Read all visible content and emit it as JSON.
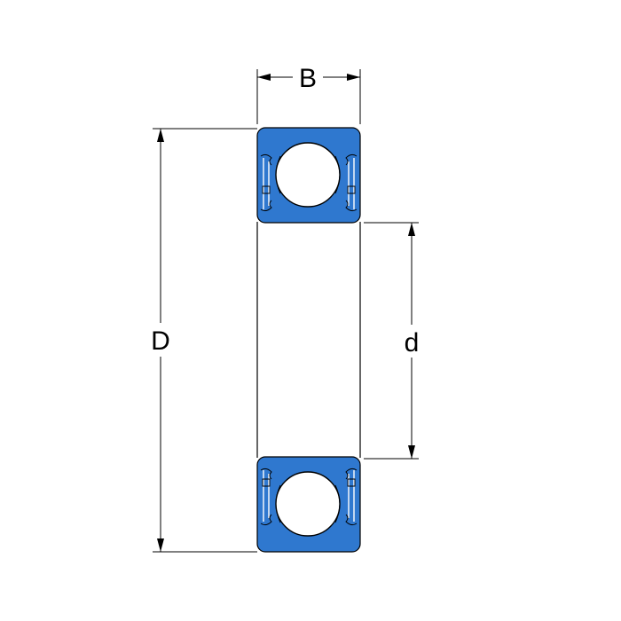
{
  "labels": {
    "width": "B",
    "outer_diameter": "D",
    "bore_diameter": "d"
  },
  "colors": {
    "ring_fill": "#2f78cf",
    "outline": "#000000",
    "ball_fill": "#ffffff",
    "background": "#ffffff"
  }
}
